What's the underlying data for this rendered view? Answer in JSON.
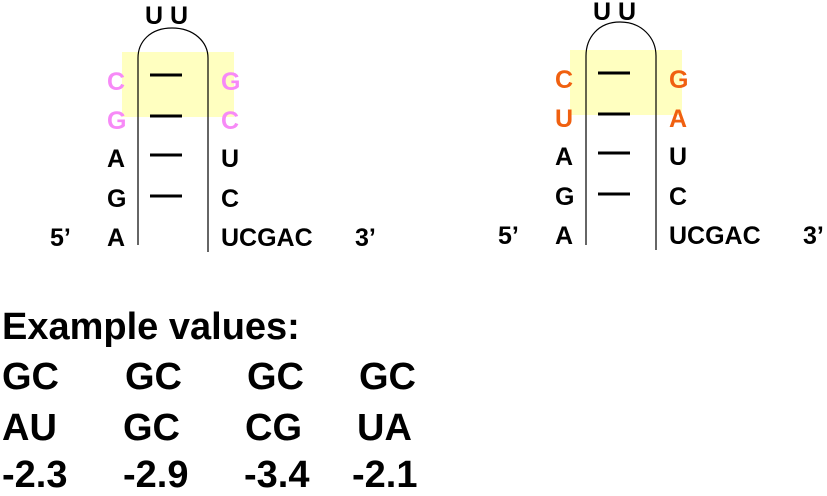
{
  "colors": {
    "highlight": "#ffffc0",
    "pink": "#f78af7",
    "orange": "#f06010",
    "black": "#000000"
  },
  "hairpins": [
    {
      "loop": "U U",
      "left_bases": [
        "C",
        "G",
        "A",
        "G",
        "A"
      ],
      "right_bases": [
        "G",
        "C",
        "U",
        "C"
      ],
      "right_tail": "UCGAC",
      "five_prime": "5’",
      "three_prime": "3’",
      "left_colors": [
        "#f78af7",
        "#f78af7",
        "#000000",
        "#000000",
        "#000000"
      ],
      "right_colors": [
        "#f78af7",
        "#f78af7",
        "#000000",
        "#000000"
      ]
    },
    {
      "loop": "U U",
      "left_bases": [
        "C",
        "U",
        "A",
        "G",
        "A"
      ],
      "right_bases": [
        "G",
        "A",
        "U",
        "C"
      ],
      "right_tail": "UCGAC",
      "five_prime": "5’",
      "three_prime": "3’",
      "left_colors": [
        "#f06010",
        "#f06010",
        "#000000",
        "#000000",
        "#000000"
      ],
      "right_colors": [
        "#f06010",
        "#f06010",
        "#000000",
        "#000000"
      ]
    }
  ],
  "example": {
    "heading": "Example values:",
    "row1": [
      "GC",
      "GC",
      "GC",
      "GC"
    ],
    "row2": [
      "AU",
      "GC",
      "CG",
      "UA"
    ],
    "row3": [
      "-2.3",
      "-2.9",
      "-3.4",
      "-2.1"
    ]
  }
}
